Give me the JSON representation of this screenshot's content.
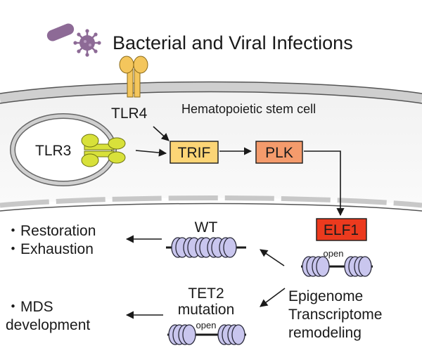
{
  "title": "Bacterial and Viral Infections",
  "cell_label": "Hematopoietic stem cell",
  "receptors": {
    "tlr4": "TLR4",
    "tlr3": "TLR3"
  },
  "pathway": {
    "trif": "TRIF",
    "plk": "PLK",
    "elf1": "ELF1"
  },
  "chromatin": {
    "open_label_top": "open",
    "open_label_bottom": "open",
    "wt": "WT",
    "tet2_line1": "TET2",
    "tet2_line2": "mutation"
  },
  "epigenome": {
    "line1": "Epigenome",
    "line2": "Transcriptome",
    "line3": "remodeling"
  },
  "outcomes": {
    "restoration": "・Restoration",
    "exhaustion": "・Exhaustion",
    "mds_line1": "・MDS",
    "mds_line2": "development"
  },
  "colors": {
    "trif": "#fcd576",
    "plk": "#f49b6c",
    "elf1": "#ec3a1e",
    "nucleosome": "#c9c6ee",
    "receptor_tlr4": "#f4c65c",
    "receptor_tlr3": "#d8e13a",
    "microbe": "#8d6a96",
    "membrane": "#d4d4d4"
  }
}
